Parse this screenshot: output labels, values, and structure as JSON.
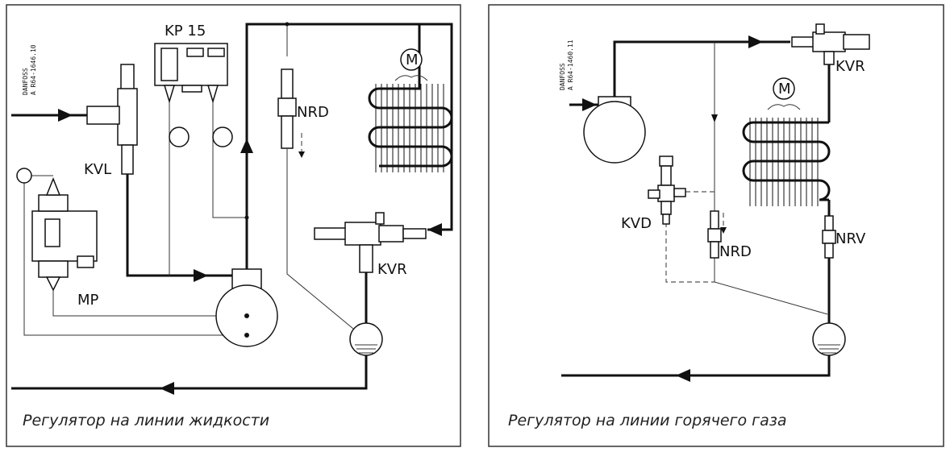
{
  "panels": [
    {
      "caption": "Регулятор на линии жидкости",
      "code_line1": "DANFOSS",
      "code_line2": "A R64-1646.10",
      "labels": {
        "kp15": "KP 15",
        "nrd": "NRD",
        "kvl": "KVL",
        "kvr": "KVR",
        "mp": "MP",
        "motor": "M"
      }
    },
    {
      "caption": "Регулятор на линии горячего газа",
      "code_line1": "DANFOSS",
      "code_line2": "A R64-1460.11",
      "labels": {
        "kvr": "KVR",
        "kvd": "KVD",
        "nrd": "NRD",
        "nrv": "NRV",
        "motor": "M"
      }
    }
  ],
  "colors": {
    "line": "#111111",
    "frame": "#333333",
    "background": "#ffffff"
  }
}
